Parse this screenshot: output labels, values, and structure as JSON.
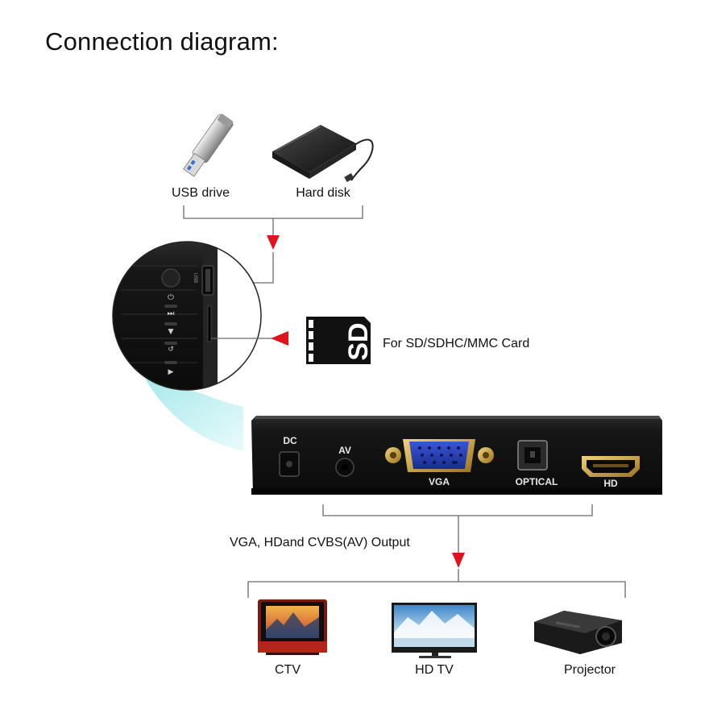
{
  "title": "Connection diagram:",
  "inputs": {
    "usb_label": "USB drive",
    "hdd_label": "Hard disk"
  },
  "sd": {
    "icon_text": "SD",
    "label": "For SD/SDHC/MMC Card"
  },
  "player": {
    "ports": {
      "dc": "DC",
      "av": "AV",
      "vga": "VGA",
      "optical": "OPTICAL",
      "hd": "HD"
    },
    "side_port_label": "USB"
  },
  "output_label": "VGA, HDand CVBS(AV)  Output",
  "outputs": {
    "ctv": "CTV",
    "hdtv": "HD TV",
    "projector": "Projector"
  },
  "colors": {
    "arrow": "#e0141c",
    "line": "#6a6a6a",
    "device": "#1b1b1b",
    "highlight": "#bdeef0"
  }
}
